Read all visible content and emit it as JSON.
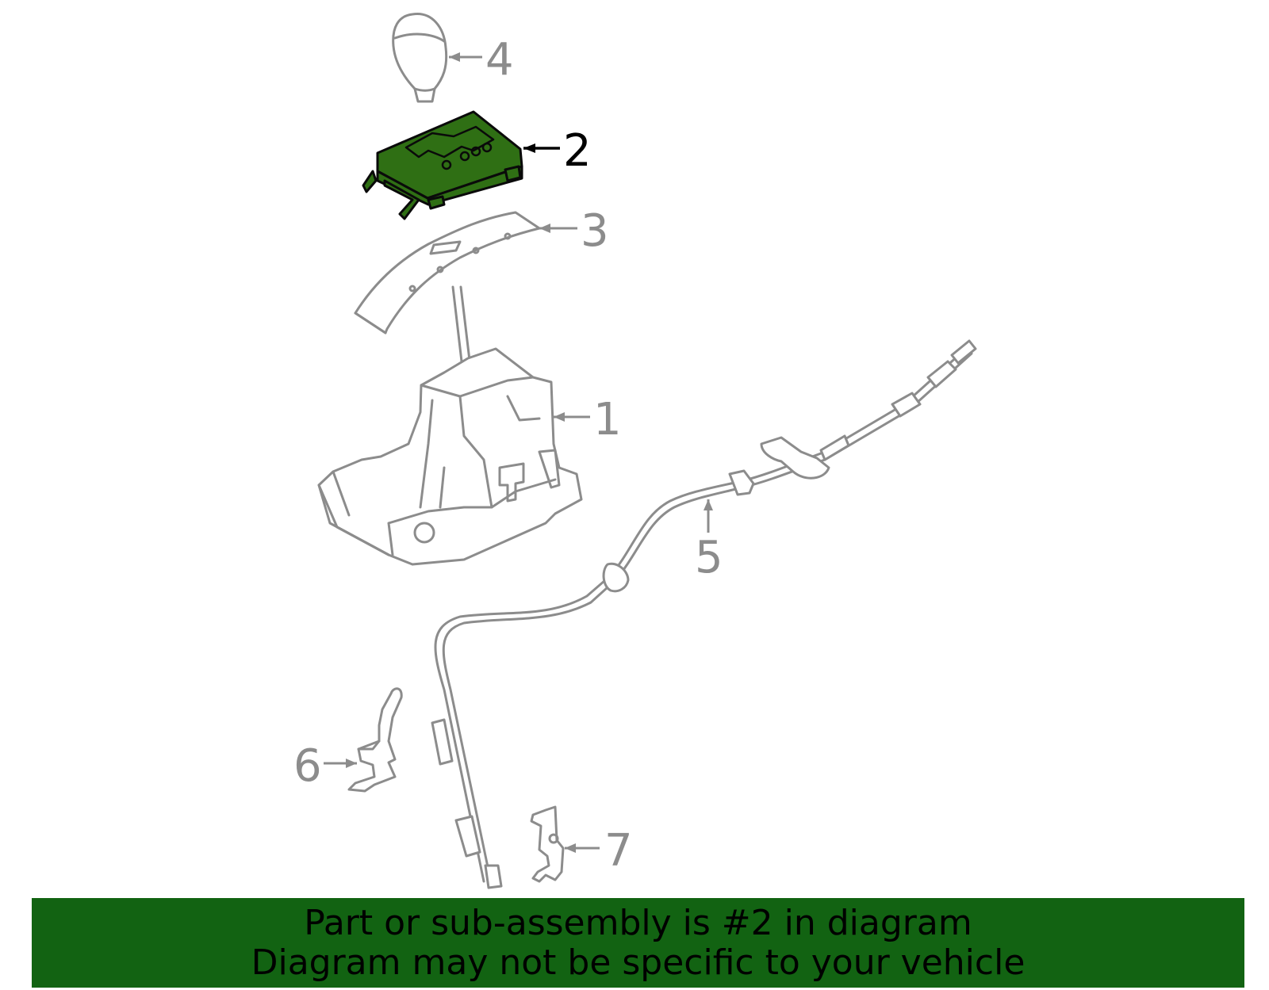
{
  "callouts": [
    {
      "id": "1",
      "label": "1"
    },
    {
      "id": "2",
      "label": "2"
    },
    {
      "id": "3",
      "label": "3"
    },
    {
      "id": "4",
      "label": "4"
    },
    {
      "id": "5",
      "label": "5"
    },
    {
      "id": "6",
      "label": "6"
    },
    {
      "id": "7",
      "label": "7"
    }
  ],
  "highlighted_part": "2",
  "colors": {
    "highlight_fill": "#2f6f14",
    "banner_background": "#126312",
    "part_stroke": "#8c8c8c",
    "highlight_callout": "#000000"
  },
  "banner": {
    "line1": "Part or sub-assembly is #2 in diagram",
    "line2": "Diagram may not be specific to your vehicle"
  }
}
